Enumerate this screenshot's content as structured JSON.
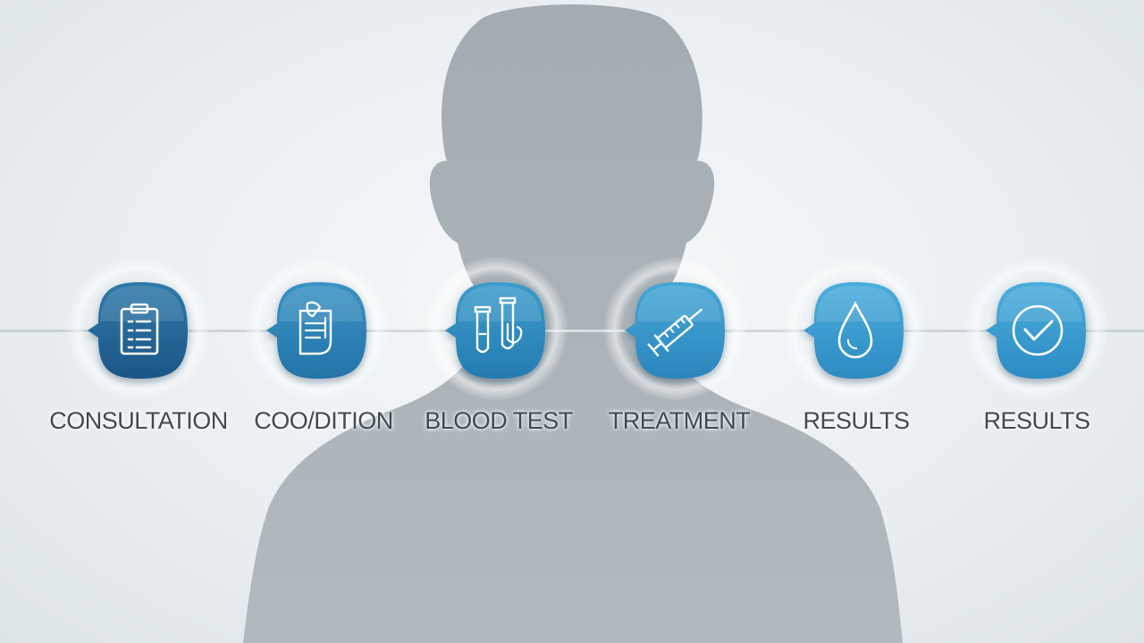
{
  "steps": [
    {
      "label": "CONSULTATION",
      "icon": "clipboard-icon",
      "color_top": "#2f79aa",
      "color_bottom": "#1d5686"
    },
    {
      "label": "COO/DITION",
      "icon": "document-icon",
      "color_top": "#3a92c4",
      "color_bottom": "#2474a8"
    },
    {
      "label": "BLOOD TEST",
      "icon": "test-tubes-icon",
      "color_top": "#3c9ccc",
      "color_bottom": "#257bb0"
    },
    {
      "label": "TREATMENT",
      "icon": "syringe-icon",
      "color_top": "#46a7d6",
      "color_bottom": "#2b86bd"
    },
    {
      "label": "RESULTS",
      "icon": "blood-drop-icon",
      "color_top": "#4aaddc",
      "color_bottom": "#2d8bc2"
    },
    {
      "label": "RESULTS",
      "icon": "checkmark-icon",
      "color_top": "#4aaddc",
      "color_bottom": "#2d8bc2"
    }
  ],
  "colors": {
    "silhouette": "#a9b1b6",
    "line": "#cdd5da",
    "label_text": "#3f4a52",
    "icon_stroke": "#ffffff"
  }
}
